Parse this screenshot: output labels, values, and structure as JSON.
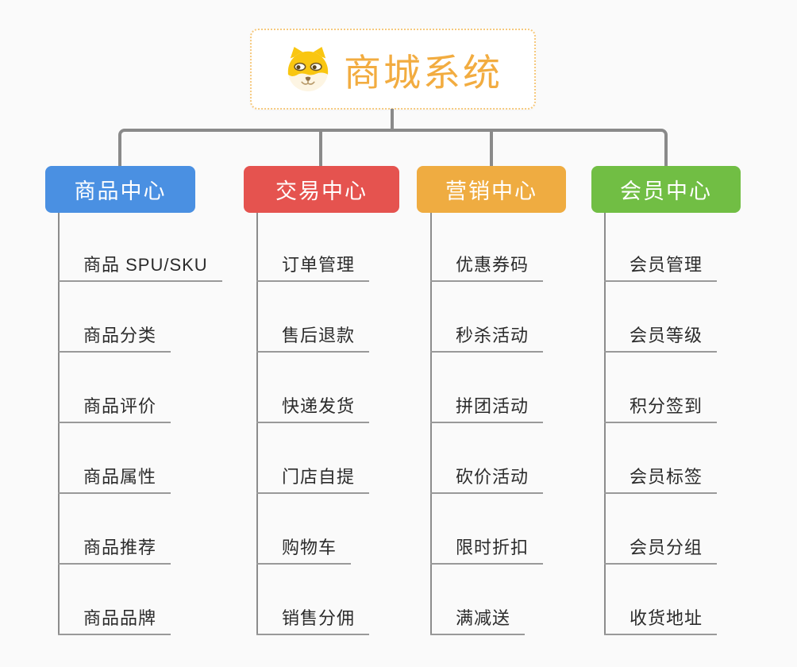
{
  "page": {
    "background_color": "#fafafa",
    "connector_color": "#8a8a8a",
    "leaf_line_color": "#999999"
  },
  "root": {
    "title": "商城系统",
    "icon": "dog-face-icon",
    "text_color": "#f2ac40",
    "border_color": "#f6c97e"
  },
  "branches": [
    {
      "label": "商品中心",
      "color": "#4a90e2",
      "items": [
        "商品 SPU/SKU",
        "商品分类",
        "商品评价",
        "商品属性",
        "商品推荐",
        "商品品牌"
      ]
    },
    {
      "label": "交易中心",
      "color": "#e5534f",
      "items": [
        "订单管理",
        "售后退款",
        "快递发货",
        "门店自提",
        "购物车",
        "销售分佣"
      ]
    },
    {
      "label": "营销中心",
      "color": "#efac41",
      "items": [
        "优惠券码",
        "秒杀活动",
        "拼团活动",
        "砍价活动",
        "限时折扣",
        "满减送"
      ]
    },
    {
      "label": "会员中心",
      "color": "#71be44",
      "items": [
        "会员管理",
        "会员等级",
        "积分签到",
        "会员标签",
        "会员分组",
        "收货地址"
      ]
    }
  ]
}
